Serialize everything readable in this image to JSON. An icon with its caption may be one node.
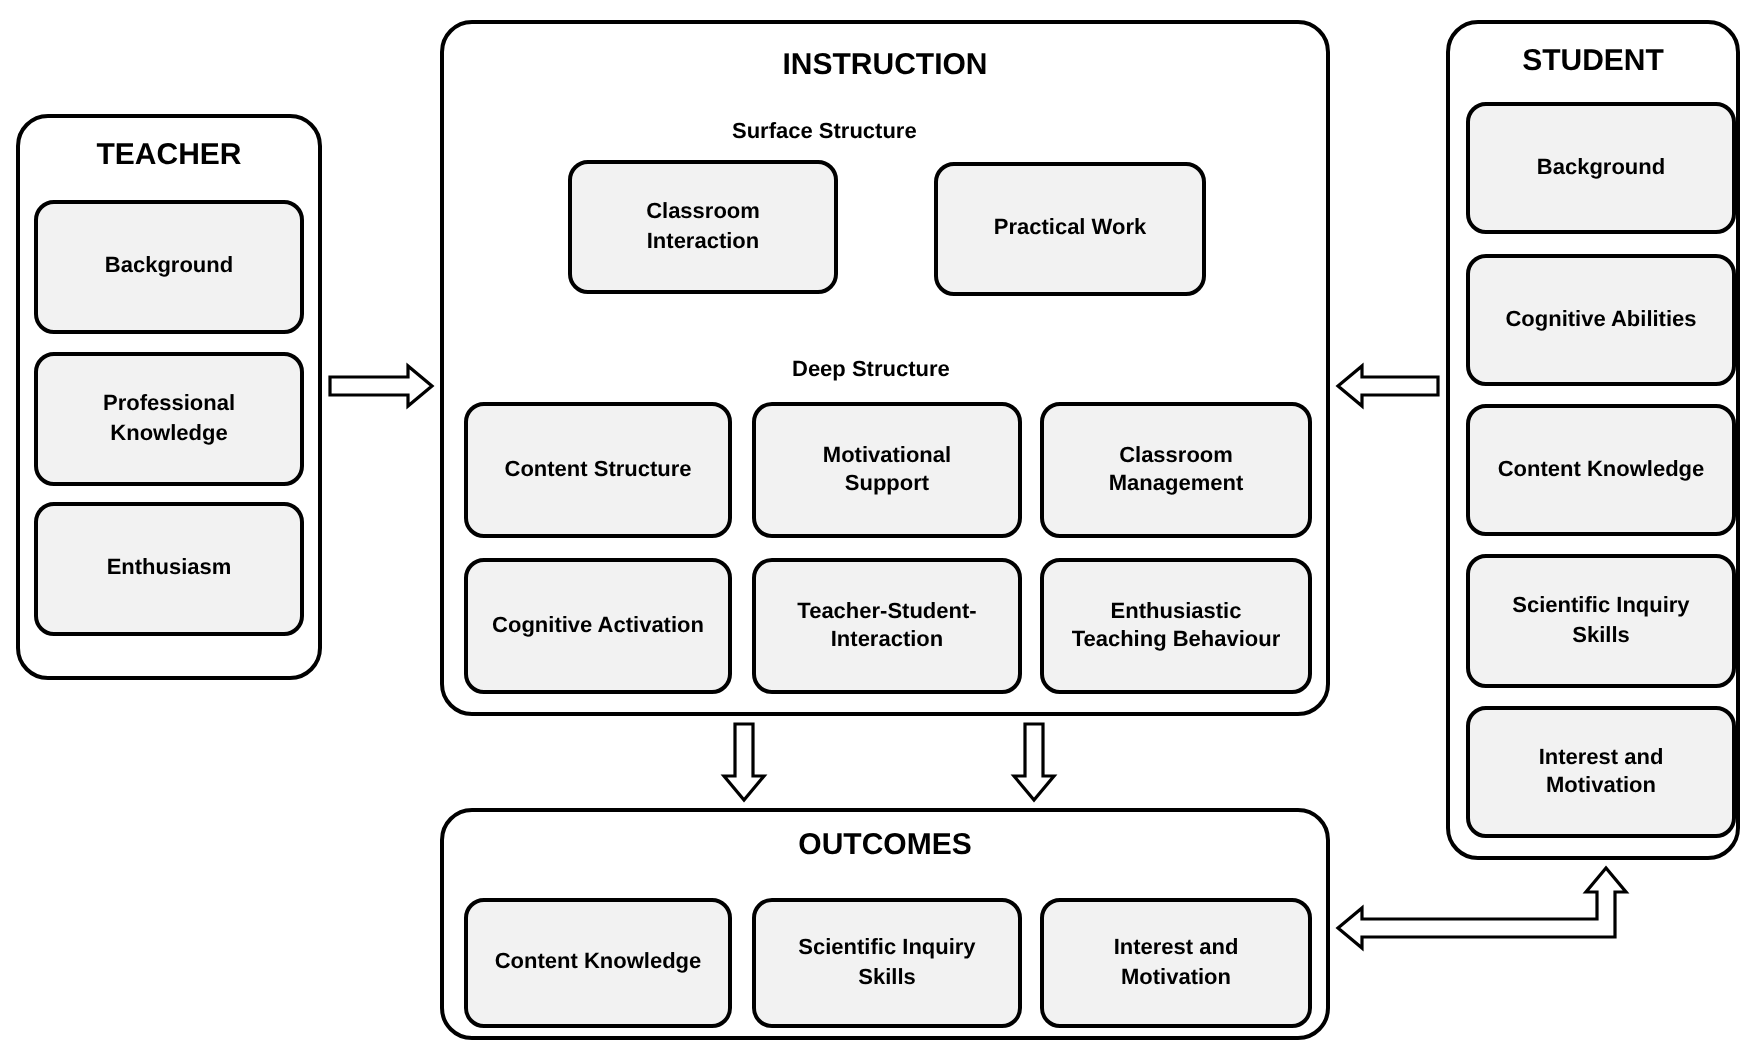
{
  "diagram": {
    "nodes": [
      {
        "text": [
          "TEACHER"
        ]
      },
      {
        "text": [
          "Background"
        ],
        "in": 0
      },
      {
        "text": [
          "Professional Knowledge"
        ],
        "in": 0
      },
      {
        "text": [
          "Enthusiasm"
        ],
        "in": 0
      },
      {
        "text": [
          "INSTRUCTION"
        ]
      },
      {
        "text": [
          "Classroom Interaction"
        ],
        "in": 4
      },
      {
        "text": [
          "Practical Work"
        ],
        "in": 4
      },
      {
        "text": [
          "Content Structure"
        ],
        "in": 4
      },
      {
        "text": [
          "Motivational Support"
        ],
        "in": 4
      },
      {
        "text": [
          "Classroom Management"
        ],
        "in": 4
      },
      {
        "text": [
          "Cognitive Activation"
        ],
        "in": 4
      },
      {
        "text": [
          "Teacher-Student-Interaction"
        ],
        "in": 4
      },
      {
        "text": [
          "Enthusiastic Teaching Behaviour"
        ],
        "in": 4
      },
      {
        "text": [
          "STUDENT"
        ]
      },
      {
        "text": [
          "Background"
        ],
        "in": 13
      },
      {
        "text": [
          "Cognitive Abilities"
        ],
        "in": 13
      },
      {
        "text": [
          "Content Knowledge"
        ],
        "in": 13
      },
      {
        "text": [
          "Scientific Inquiry Skills"
        ],
        "in": 13
      },
      {
        "text": [
          "Interest and Motivation"
        ],
        "in": 13
      },
      {
        "text": [
          "OUTCOMES"
        ]
      },
      {
        "text": [
          "Content Knowledge"
        ],
        "in": 19
      },
      {
        "text": [
          "Scientific Inquiry Skills"
        ],
        "in": 19
      },
      {
        "text": [
          "Interest and Motivation"
        ],
        "in": 19
      }
    ],
    "edges": [
      {
        "from": 0,
        "to": 4,
        "arrow": "to"
      },
      {
        "from": 13,
        "to": 4,
        "arrow": "to"
      },
      {
        "from": 4,
        "to": 19,
        "arrow": "to"
      },
      {
        "from": 4,
        "to": 19,
        "arrow": "to"
      },
      {
        "from": 19,
        "to": 13,
        "arrow": "both"
      }
    ],
    "labels": [
      "Surface Structure",
      "Deep Structure"
    ]
  }
}
